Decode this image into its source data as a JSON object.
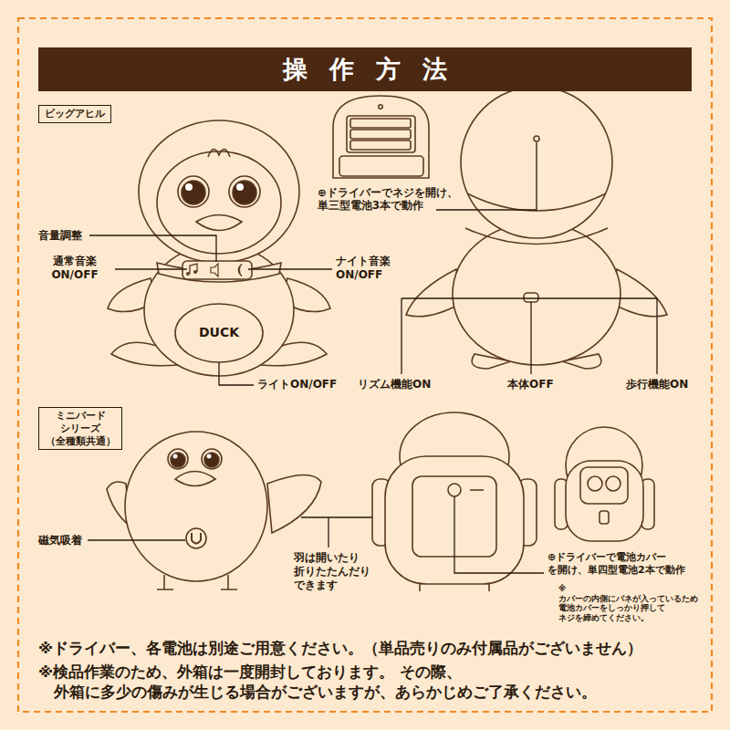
{
  "diagram": {
    "title": "操作方法",
    "nodes": [
      {
        "text": [
          "ビッグアヒル"
        ]
      },
      {
        "text": [
          "ミニバード シリーズ （全種類共通）"
        ]
      }
    ],
    "labels": [
      "⊕ドライバーでネジを開け、 単三型電池3本で動作",
      "音量調整",
      "通常音楽 ON/OFF",
      "ナイト音楽 ON/OFF",
      "DUCK",
      "ライトON/OFF",
      "リズム機能ON",
      "本体OFF",
      "歩行機能ON",
      "磁気吸着",
      "羽は開いたり 折りたたんだり できます",
      "⊕ドライバーで電池カバー を開け、単四型電池2本で動作",
      "※カバーの内側にバネが入っているため 電池カバーをしっかり押して ネジを締めてください。",
      "※ドライバー、各電池は別途ご用意ください。（単品売りのみ付属品がございません）",
      "※検品作業のため、外箱は一度開封しております。 その際、外箱に多少の傷みが生じる場合がございますが、あらかじめご了承ください。"
    ]
  }
}
